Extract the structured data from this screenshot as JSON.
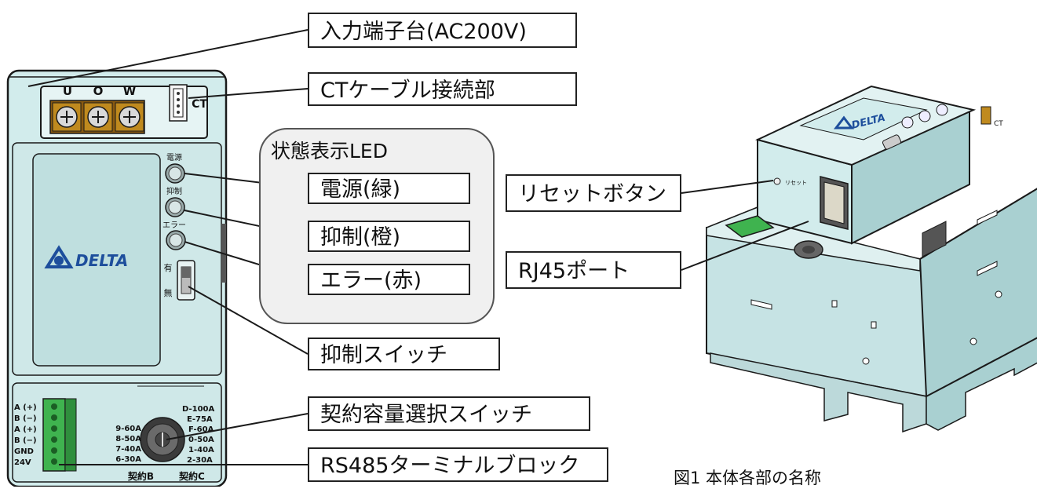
{
  "device_front": {
    "terminal_letters": [
      "U",
      "O",
      "W"
    ],
    "ct_connector_label": "CT",
    "led_labels": [
      "電源",
      "抑制",
      "エラー"
    ],
    "switch_labels": {
      "on": "有",
      "off": "無"
    },
    "logo_text": "DELTA",
    "rs485_pins": [
      "A (+)",
      "B (−)",
      "A (+)",
      "B (−)",
      "GND",
      "24V"
    ],
    "rotary_ratings_left": [
      "9-60A",
      "8-50A",
      "7-40A",
      "6-30A"
    ],
    "rotary_ratings_right": [
      "D-100A",
      "E-75A",
      "F-60A",
      "0-50A",
      "1-40A",
      "2-30A"
    ],
    "contract_b_label": "契約B",
    "contract_c_label": "契約C"
  },
  "callouts": {
    "input_terminal": "入力端子台(AC200V)",
    "ct_cable": "CTケーブル接続部",
    "status_led_group": "状態表示LED",
    "power_led": "電源(緑)",
    "suppress_led": "抑制(橙)",
    "error_led": "エラー(赤)",
    "suppress_switch": "抑制スイッチ",
    "contract_switch": "契約容量選択スイッチ",
    "rs485_block": "RS485ターミナルブロック",
    "reset_button": "リセットボタン",
    "rj45_port": "RJ45ポート"
  },
  "device_iso": {
    "logo_text": "DELTA",
    "reset_label": "リセット",
    "ct_label": "CT"
  },
  "caption": "図1 本体各部の名称",
  "colors": {
    "body": "#d2ecec",
    "body_dark": "#a9d0d1",
    "terminal_brass": "#c08a1e",
    "logo_blue": "#1d4e9c",
    "connector_green": "#3fb34f",
    "outline": "#1a1a1a"
  }
}
